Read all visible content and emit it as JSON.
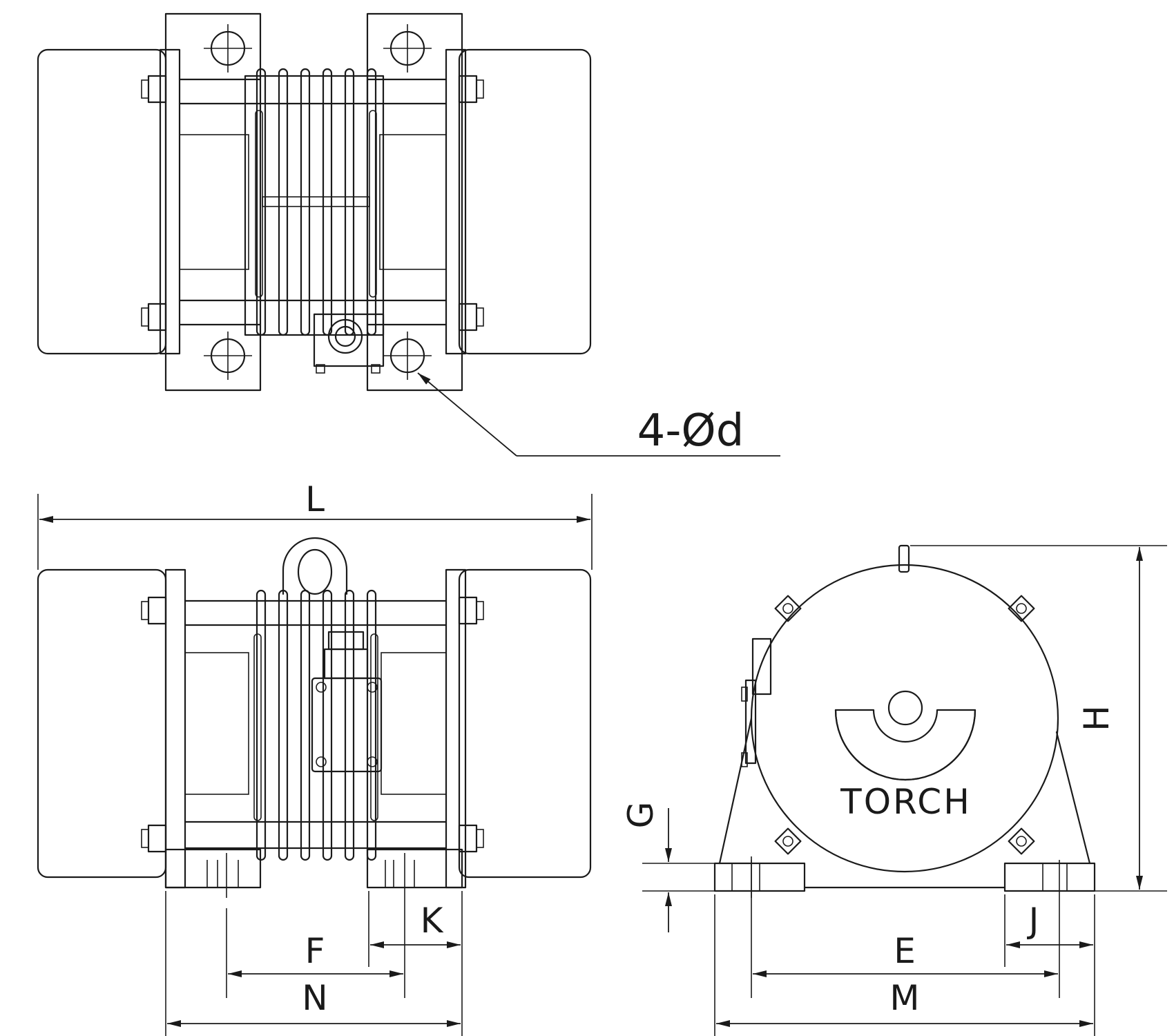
{
  "callout": {
    "hole_spec": "4-Ød"
  },
  "brand": {
    "name": "TORCH"
  },
  "dimensions": {
    "L": "L",
    "F": "F",
    "K": "K",
    "N": "N",
    "G": "G",
    "E": "E",
    "J": "J",
    "M": "M",
    "H": "H"
  }
}
